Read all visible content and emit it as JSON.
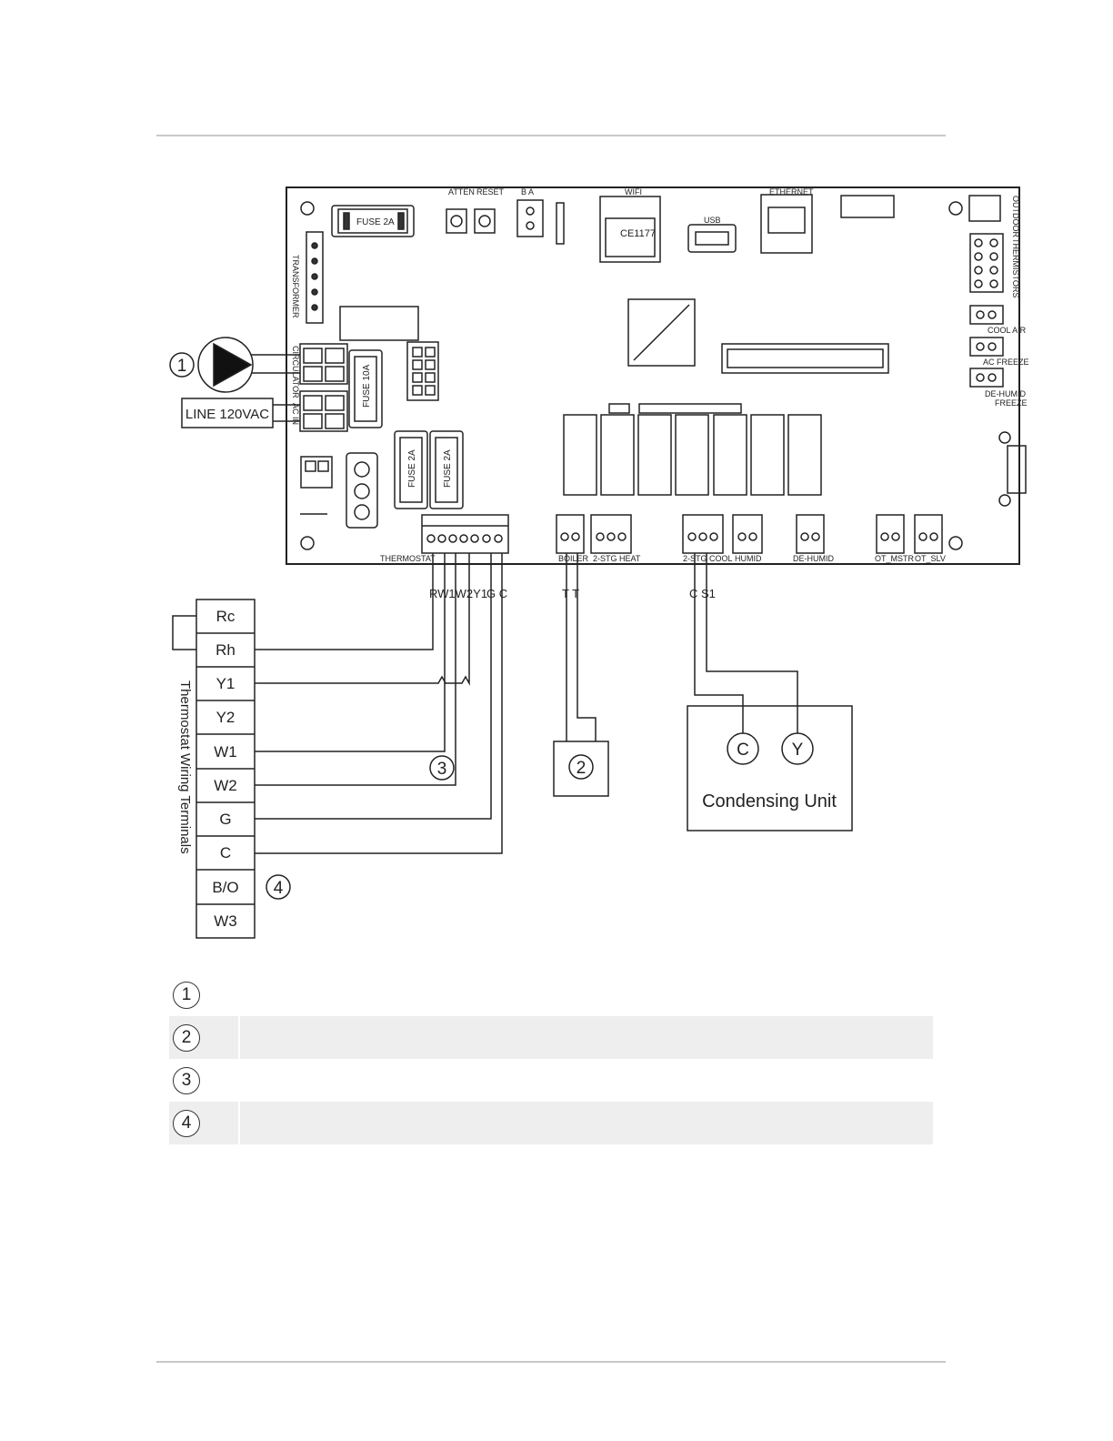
{
  "board": {
    "labels": {
      "fuse_top": "FUSE 2A",
      "atten": "ATTEN",
      "reset": "RESET",
      "b_a": "B   A",
      "wifi": "WIFI",
      "ce": "CE1177",
      "usb": "USB",
      "ethernet": "ETHERNET",
      "outdoor": "OUTDOOR",
      "thermistors": "THERMISTORS",
      "transformer": "TRANSFORMER",
      "circulator": "CIRCULATOR",
      "ac_in": "AC IN",
      "fuse_10a": "FUSE 10A",
      "fuse_2a_left": "FUSE 2A",
      "fuse_2a_right": "FUSE 2A",
      "cool_air": "COOL AIR",
      "ac_freeze": "AC FREEZE",
      "dehumid_freeze_1": "DE-HUMID",
      "dehumid_freeze_2": "FREEZE",
      "thermostat": "THERMOSTAT",
      "boiler": "BOILER",
      "stg_heat": "2-STG HEAT",
      "stg_cool": "2-STG COOL",
      "humid": "HUMID",
      "de_humid": "DE-HUMID",
      "ot_mstr": "OT_MSTR",
      "ot_slv": "OT_SLV"
    },
    "thermostat_pins": "RW1W2Y1",
    "thermostat_pins_gc": "G C",
    "boiler_pins": "T  T",
    "cool_pins": "C S1"
  },
  "line_voltage": "LINE 120VAC",
  "terminal_block": {
    "side_label": "Thermostat Wiring Terminals",
    "terminals": [
      "Rc",
      "Rh",
      "Y1",
      "Y2",
      "W1",
      "W2",
      "G",
      "C",
      "B/O",
      "W3"
    ]
  },
  "condensing_unit": {
    "label": "Condensing Unit",
    "terminal_c": "C",
    "terminal_y": "Y"
  },
  "callouts": [
    "1",
    "2",
    "3",
    "4"
  ],
  "legend": [
    {
      "num": "1",
      "text": ""
    },
    {
      "num": "2",
      "text": ""
    },
    {
      "num": "3",
      "text": ""
    },
    {
      "num": "4",
      "text": ""
    }
  ]
}
